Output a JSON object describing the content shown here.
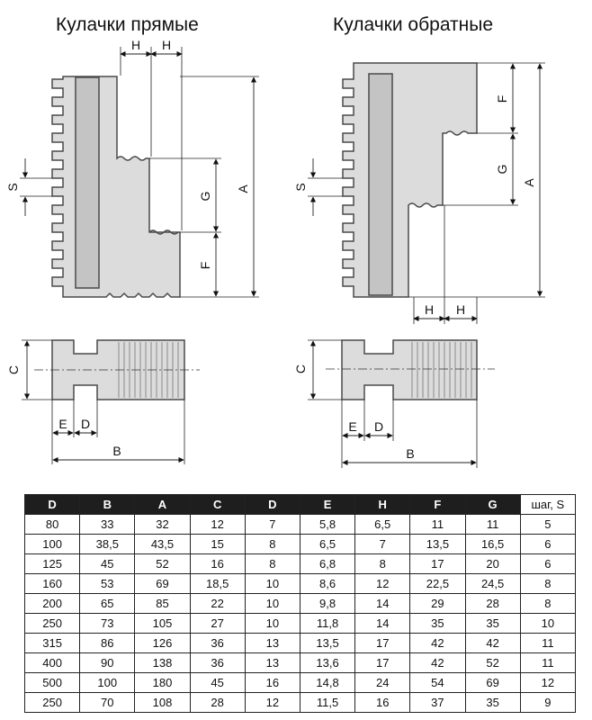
{
  "titles": {
    "straight": "Кулачки прямые",
    "reverse": "Кулачки обратные"
  },
  "dims": {
    "H": "H",
    "S": "S",
    "G": "G",
    "F": "F",
    "A": "A",
    "C": "C",
    "E": "E",
    "D": "D",
    "B": "B"
  },
  "colors": {
    "jaw_fill": "#dcdcdc",
    "jaw_stroke": "#4a4a4a",
    "insert_fill": "#c4c4c4",
    "header_bg": "#1e1e1e",
    "header_text": "#ffffff"
  },
  "table": {
    "headers": [
      "D",
      "B",
      "A",
      "C",
      "D",
      "E",
      "H",
      "F",
      "G",
      "шаг, S"
    ],
    "rows": [
      [
        "80",
        "33",
        "32",
        "12",
        "7",
        "5,8",
        "6,5",
        "11",
        "11",
        "5"
      ],
      [
        "100",
        "38,5",
        "43,5",
        "15",
        "8",
        "6,5",
        "7",
        "13,5",
        "16,5",
        "6"
      ],
      [
        "125",
        "45",
        "52",
        "16",
        "8",
        "6,8",
        "8",
        "17",
        "20",
        "6"
      ],
      [
        "160",
        "53",
        "69",
        "18,5",
        "10",
        "8,6",
        "12",
        "22,5",
        "24,5",
        "8"
      ],
      [
        "200",
        "65",
        "85",
        "22",
        "10",
        "9,8",
        "14",
        "29",
        "28",
        "8"
      ],
      [
        "250",
        "73",
        "105",
        "27",
        "10",
        "11,8",
        "14",
        "35",
        "35",
        "10"
      ],
      [
        "315",
        "86",
        "126",
        "36",
        "13",
        "13,5",
        "17",
        "42",
        "42",
        "11"
      ],
      [
        "400",
        "90",
        "138",
        "36",
        "13",
        "13,6",
        "17",
        "42",
        "52",
        "11"
      ],
      [
        "500",
        "100",
        "180",
        "45",
        "16",
        "14,8",
        "24",
        "54",
        "69",
        "12"
      ],
      [
        "250",
        "70",
        "108",
        "28",
        "12",
        "11,5",
        "16",
        "37",
        "35",
        "9"
      ]
    ]
  }
}
